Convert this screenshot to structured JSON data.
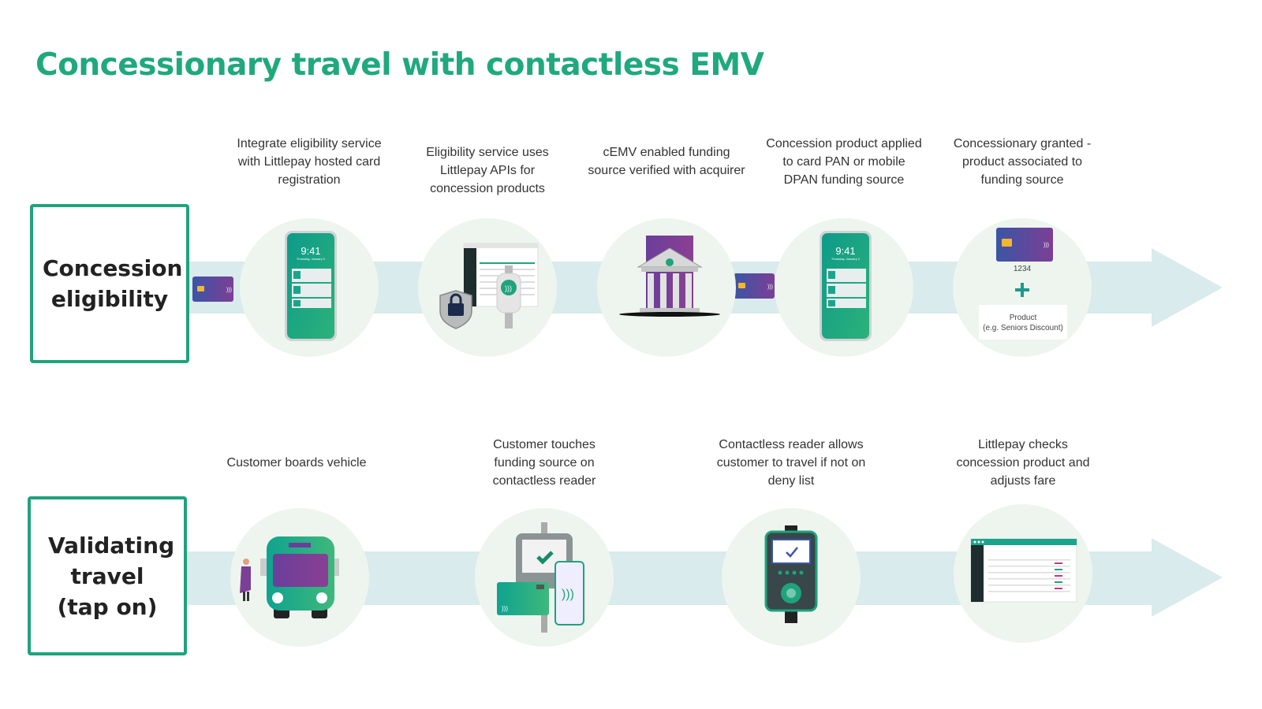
{
  "title": "Concessionary travel with contactless EMV",
  "colors": {
    "accent": "#1fa97d",
    "band": "#d9ebec",
    "circle": "#eef5ef",
    "card_start": "#3b55a5",
    "card_end": "#7b3f95"
  },
  "rows": [
    {
      "label": "Concession eligibility",
      "steps": [
        {
          "caption": "Integrate eligibility service with Littlepay hosted card registration",
          "icon": "smartphone-icon",
          "phone_time": "9:41",
          "phone_date": "Thursday, January 2"
        },
        {
          "caption": "Eligibility service uses Littlepay APIs for concession products",
          "icon": "api-security-icon"
        },
        {
          "caption": "cEMV enabled funding source verified with acquirer",
          "icon": "bank-icon"
        },
        {
          "caption": "Concession product applied to card PAN or mobile DPAN funding source",
          "icon": "smartphone-icon",
          "phone_time": "9:41",
          "phone_date": "Thursday, January 2"
        },
        {
          "caption": "Concessionary granted - product associated to funding source",
          "icon": "card-plus-product-icon",
          "card_number": "1234",
          "product_label": "Product",
          "product_example": "(e.g. Seniors Discount)"
        }
      ]
    },
    {
      "label": "Validating travel (tap on)",
      "steps": [
        {
          "caption": "Customer boards vehicle",
          "icon": "bus-icon"
        },
        {
          "caption": "Customer touches funding source on contactless reader",
          "icon": "tap-reader-icon"
        },
        {
          "caption": "Contactless reader allows customer to travel if not on deny list",
          "icon": "validator-icon"
        },
        {
          "caption": "Littlepay checks concession product and adjusts fare",
          "icon": "dashboard-icon"
        }
      ]
    }
  ]
}
